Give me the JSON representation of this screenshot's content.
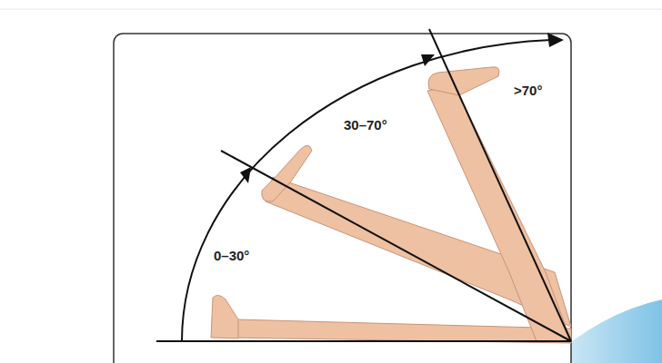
{
  "diagram": {
    "labels": [
      "0–30°",
      "30–70°",
      ">70°"
    ]
  }
}
